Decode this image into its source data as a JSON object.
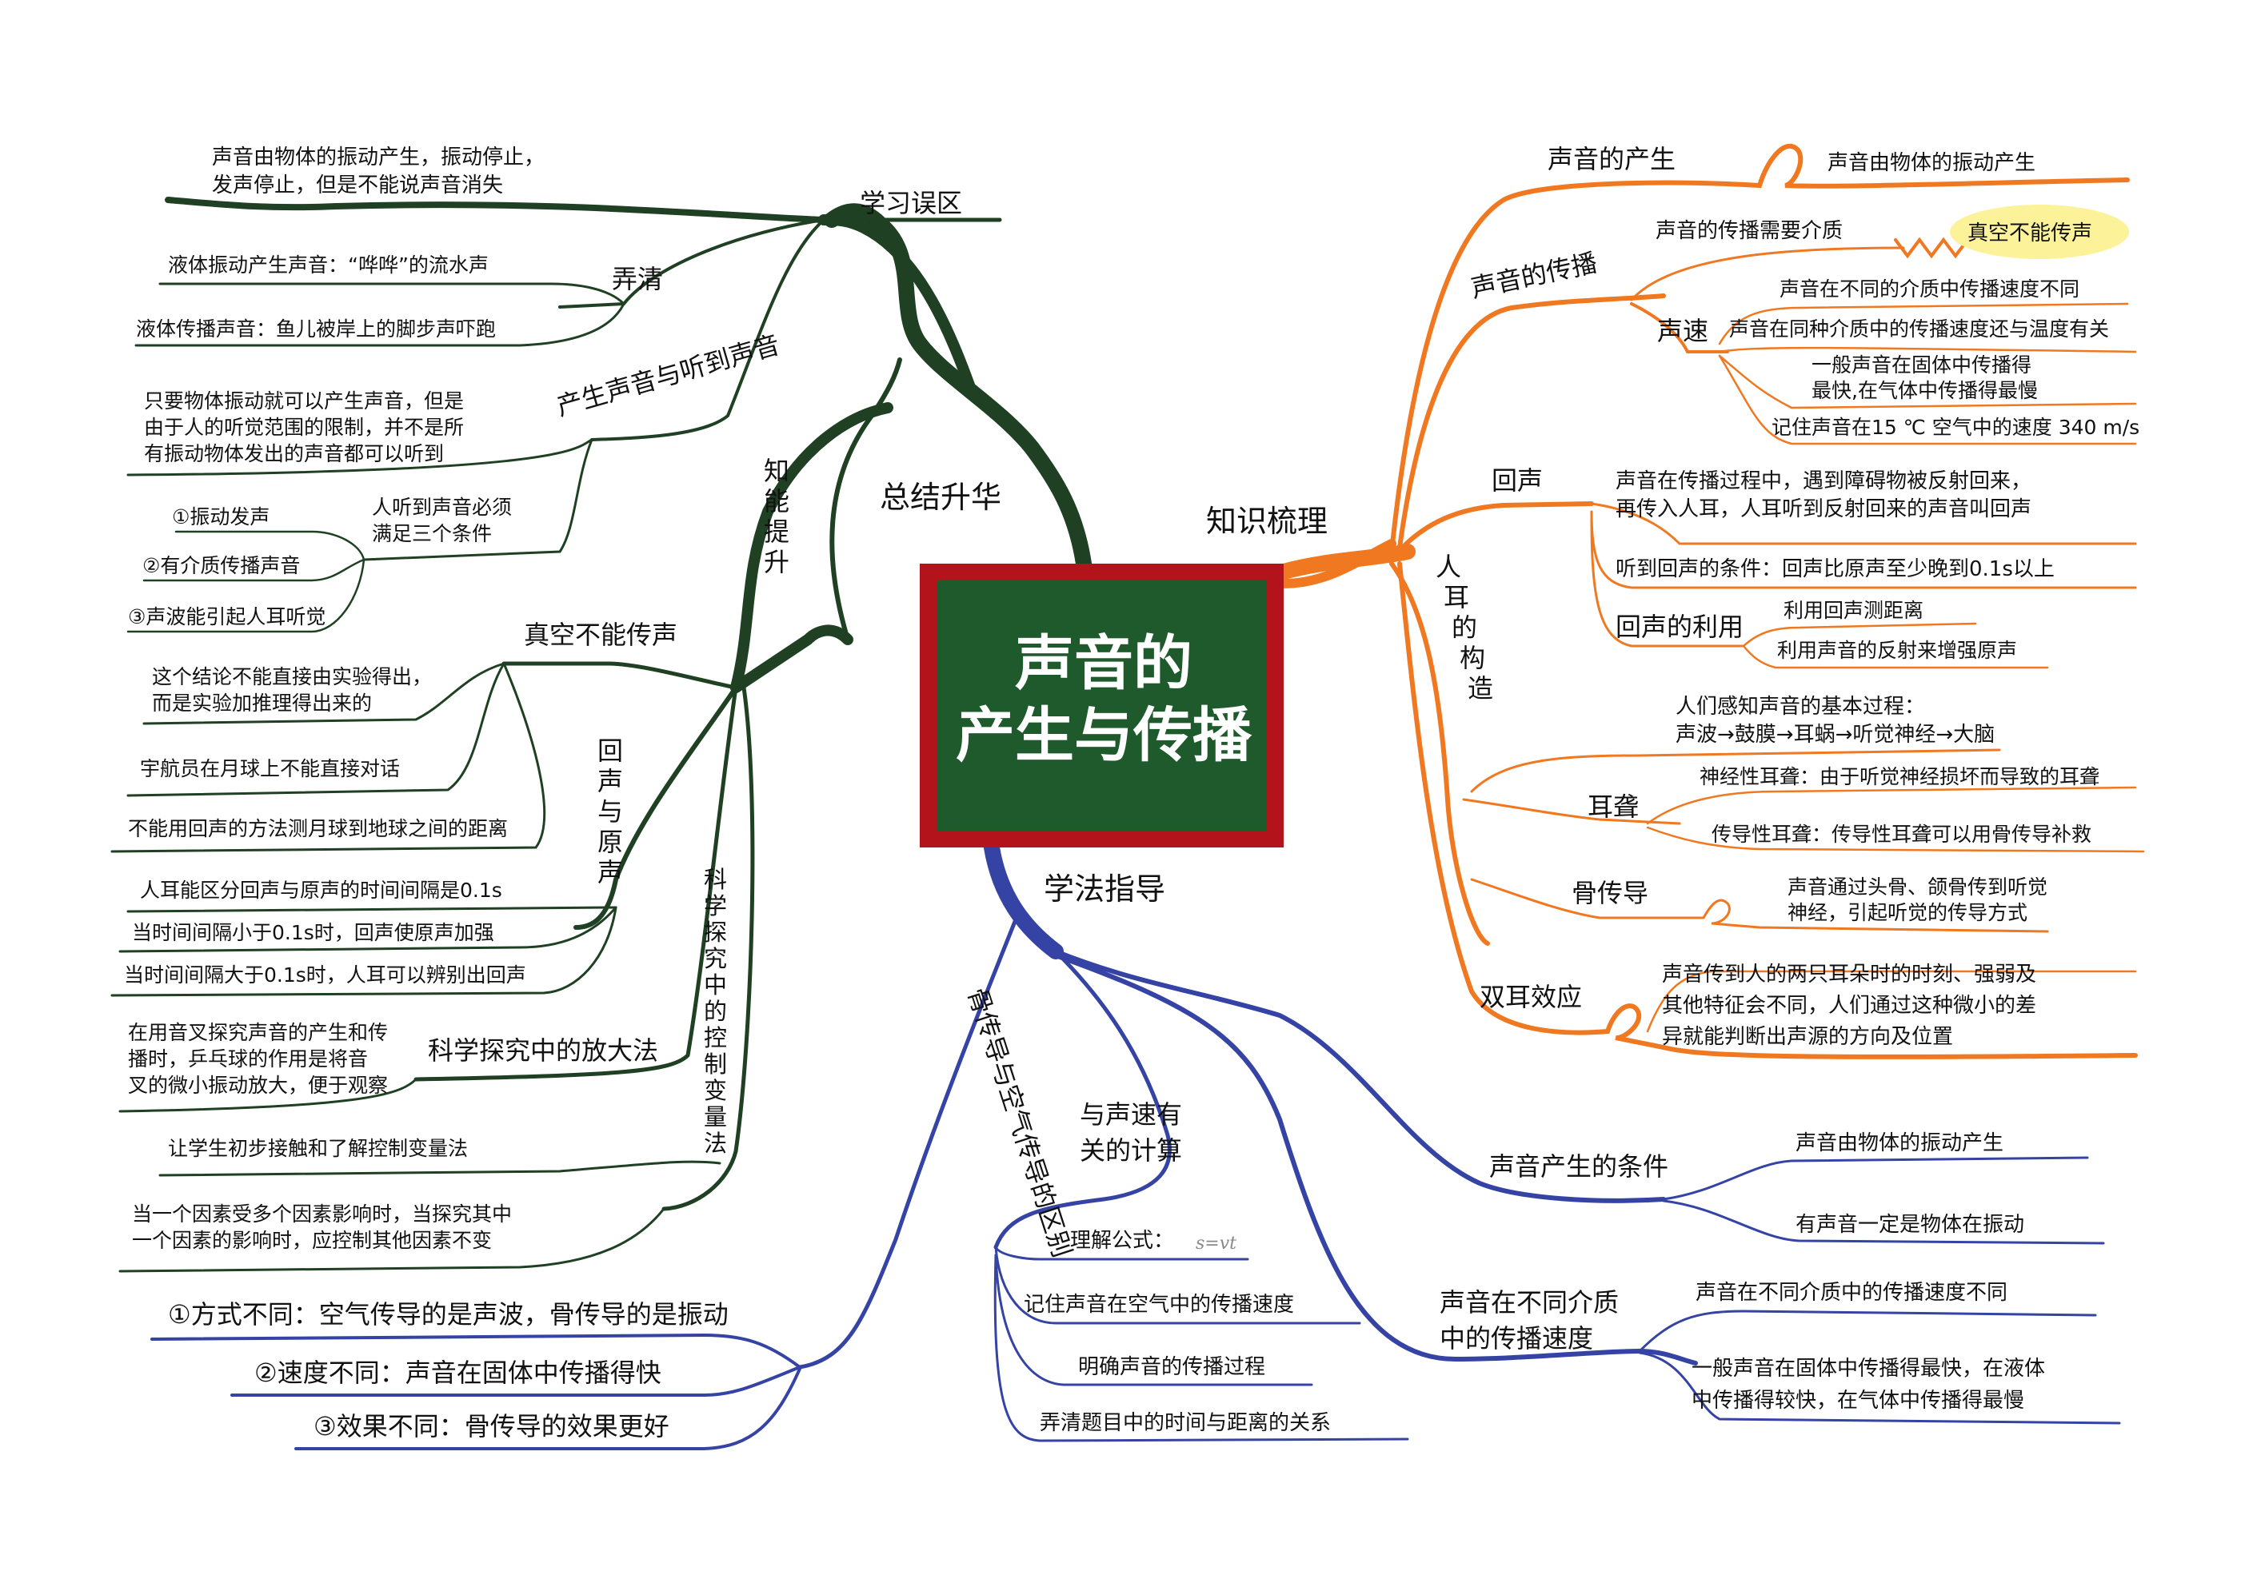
{
  "center": {
    "line1": "声音的",
    "line2": "产生与传播",
    "board_color": "#1e5a2c",
    "frame_color": "#b3141b"
  },
  "colors": {
    "green": "#1f4022",
    "orange": "#f07820",
    "blue": "#3544a4",
    "highlight": "#fbf29a"
  },
  "green": {
    "summary_label": "总结升华",
    "errors": {
      "label": "学习误区",
      "misconception": [
        "声音由物体的振动产生，振动停止，",
        "发声停止，但是不能说声音消失"
      ],
      "clarify": {
        "label": "弄清",
        "items": [
          "液体振动产生声音：“哗哗”的流水声",
          "液体传播声音：鱼儿被岸上的脚步声吓跑"
        ]
      },
      "hearing": {
        "label": "产生声音与听到声音",
        "text": [
          "只要物体振动就可以产生声音，但是",
          "由于人的听觉范围的限制，并不是所",
          "有振动物体发出的声音都可以听到"
        ],
        "conditions_label": [
          "人听到声音必须",
          "满足三个条件"
        ],
        "conditions": [
          "①振动发声",
          "②有介质传播声音",
          "③声波能引起人耳听觉"
        ]
      }
    },
    "ability": {
      "label": [
        "知",
        "能",
        "提",
        "升"
      ],
      "vacuum": {
        "label": "真空不能传声",
        "items": [
          [
            "这个结论不能直接由实验得出，",
            "而是实验加推理得出来的"
          ],
          [
            "宇航员在月球上不能直接对话"
          ],
          [
            "不能用回声的方法测月球到地球之间的距离"
          ]
        ]
      },
      "echo": {
        "label": [
          "回",
          "声",
          "与",
          "原",
          "声"
        ],
        "items": [
          "人耳能区分回声与原声的时间间隔是0.1s",
          "当时间间隔小于0.1s时，回声使原声加强",
          "当时间间隔大于0.1s时，人耳可以辨别出回声"
        ]
      },
      "magnify": {
        "label": "科学探究中的放大法",
        "text": [
          "在用音叉探究声音的产生和传",
          "播时，乒乓球的作用是将音",
          "叉的微小振动放大，便于观察"
        ]
      },
      "control": {
        "label": [
          "科",
          "学",
          "探",
          "究",
          "中",
          "的",
          "控",
          "制",
          "变",
          "量",
          "法"
        ],
        "items": [
          [
            "让学生初步接触和了解控制变量法"
          ],
          [
            "当一个因素受多个因素影响时，当探究其中",
            "一个因素的影响时，应控制其他因素不变"
          ]
        ]
      }
    }
  },
  "orange": {
    "label": "知识梳理",
    "production": {
      "label": "声音的产生",
      "text": "声音由物体的振动产生"
    },
    "propagation": {
      "label": "声音的传播",
      "medium": "声音的传播需要介质",
      "vacuum": "真空不能传声",
      "speed": {
        "label": "声速",
        "items": [
          [
            "声音在不同的介质中传播速度不同"
          ],
          [
            "声音在同种介质中的传播速度还与温度有关"
          ],
          [
            "一般声音在固体中传播得",
            "最快,在气体中传播得最慢"
          ],
          [
            "记住声音在15 ℃ 空气中的速度 340 m/s"
          ]
        ]
      }
    },
    "echo": {
      "label": "回声",
      "definition": [
        "声音在传播过程中，遇到障碍物被反射回来，",
        "再传入人耳，人耳听到反射回来的声音叫回声"
      ],
      "condition": "听到回声的条件：回声比原声至少晚到0.1s以上",
      "uses": {
        "label": "回声的利用",
        "items": [
          "利用回声测距离",
          "利用声音的反射来增强原声"
        ]
      }
    },
    "ear": {
      "label": [
        "人",
        "耳",
        "的",
        "构",
        "造"
      ],
      "process": [
        "人们感知声音的基本过程：",
        "声波→鼓膜→耳蜗→听觉神经→大脑"
      ],
      "deafness": {
        "label": "耳聋",
        "items": [
          "神经性耳聋：由于听觉神经损坏而导致的耳聋",
          "传导性耳聋：传导性耳聋可以用骨传导补救"
        ]
      },
      "bone": {
        "label": "骨传导",
        "text": [
          "声音通过头骨、颌骨传到听觉",
          "神经，引起听觉的传导方式"
        ]
      }
    },
    "binaural": {
      "label": "双耳效应",
      "text": [
        "声音传到人的两只耳朵时的时刻、强弱及",
        "其他特征会不同，人们通过这种微小的差",
        "异就能判断出声源的方向及位置"
      ]
    }
  },
  "blue": {
    "label": "学法指导",
    "bone_vs_air": {
      "label": "骨传导与空气传导的区别",
      "items": [
        "①方式不同：空气传导的是声波，骨传导的是振动",
        "②速度不同：声音在固体中传播得快",
        "③效果不同：骨传导的效果更好"
      ]
    },
    "calc": {
      "label": [
        "与声速有",
        "关的计算"
      ],
      "formula_label": "理解公式：",
      "formula": "s=vt",
      "items": [
        "记住声音在空气中的传播速度",
        "明确声音的传播过程",
        "弄清题目中的时间与距离的关系"
      ]
    },
    "conditions": {
      "label": "声音产生的条件",
      "items": [
        "声音由物体的振动产生",
        "有声音一定是物体在振动"
      ]
    },
    "speed_media": {
      "label": [
        "声音在不同介质",
        "中的传播速度"
      ],
      "items": [
        [
          "声音在不同介质中的传播速度不同"
        ],
        [
          "一般声音在固体中传播得最快，在液体",
          "中传播得较快，在气体中传播得最慢"
        ]
      ]
    }
  }
}
